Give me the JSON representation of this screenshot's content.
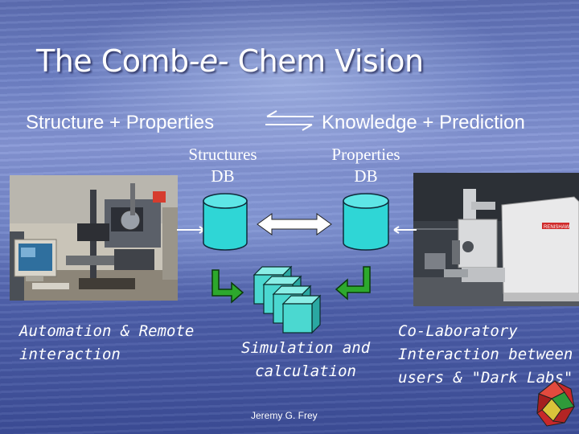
{
  "slide": {
    "title_pre": "The Comb",
    "title_e": "-e-",
    "title_post": " Chem Vision",
    "structure_properties": "Structure + Properties",
    "knowledge_prediction": "Knowledge + Prediction",
    "structures_db": [
      "Structures",
      "DB"
    ],
    "properties_db": [
      "Properties",
      "DB"
    ],
    "automation_caption": [
      "Automation & Remote",
      "interaction"
    ],
    "simulation_caption": [
      "Simulation and",
      "calculation"
    ],
    "colab_caption": [
      "Co-Laboratory",
      "Interaction between",
      "users & \"Dark Labs\""
    ],
    "footer": "Jeremy G. Frey",
    "instrument_brand": "RENISHAW"
  },
  "colors": {
    "cylinder": "#2fd6d6",
    "cube": "#4bd8d0",
    "green_arrow": "#2da82d",
    "arrow_line": "#ffffff"
  },
  "icons": [
    "reversible-arrows-icon",
    "double-arrow-icon",
    "database-cylinder-icon",
    "cube-stack-icon",
    "bent-arrow-icon",
    "polyhedron-icon"
  ]
}
